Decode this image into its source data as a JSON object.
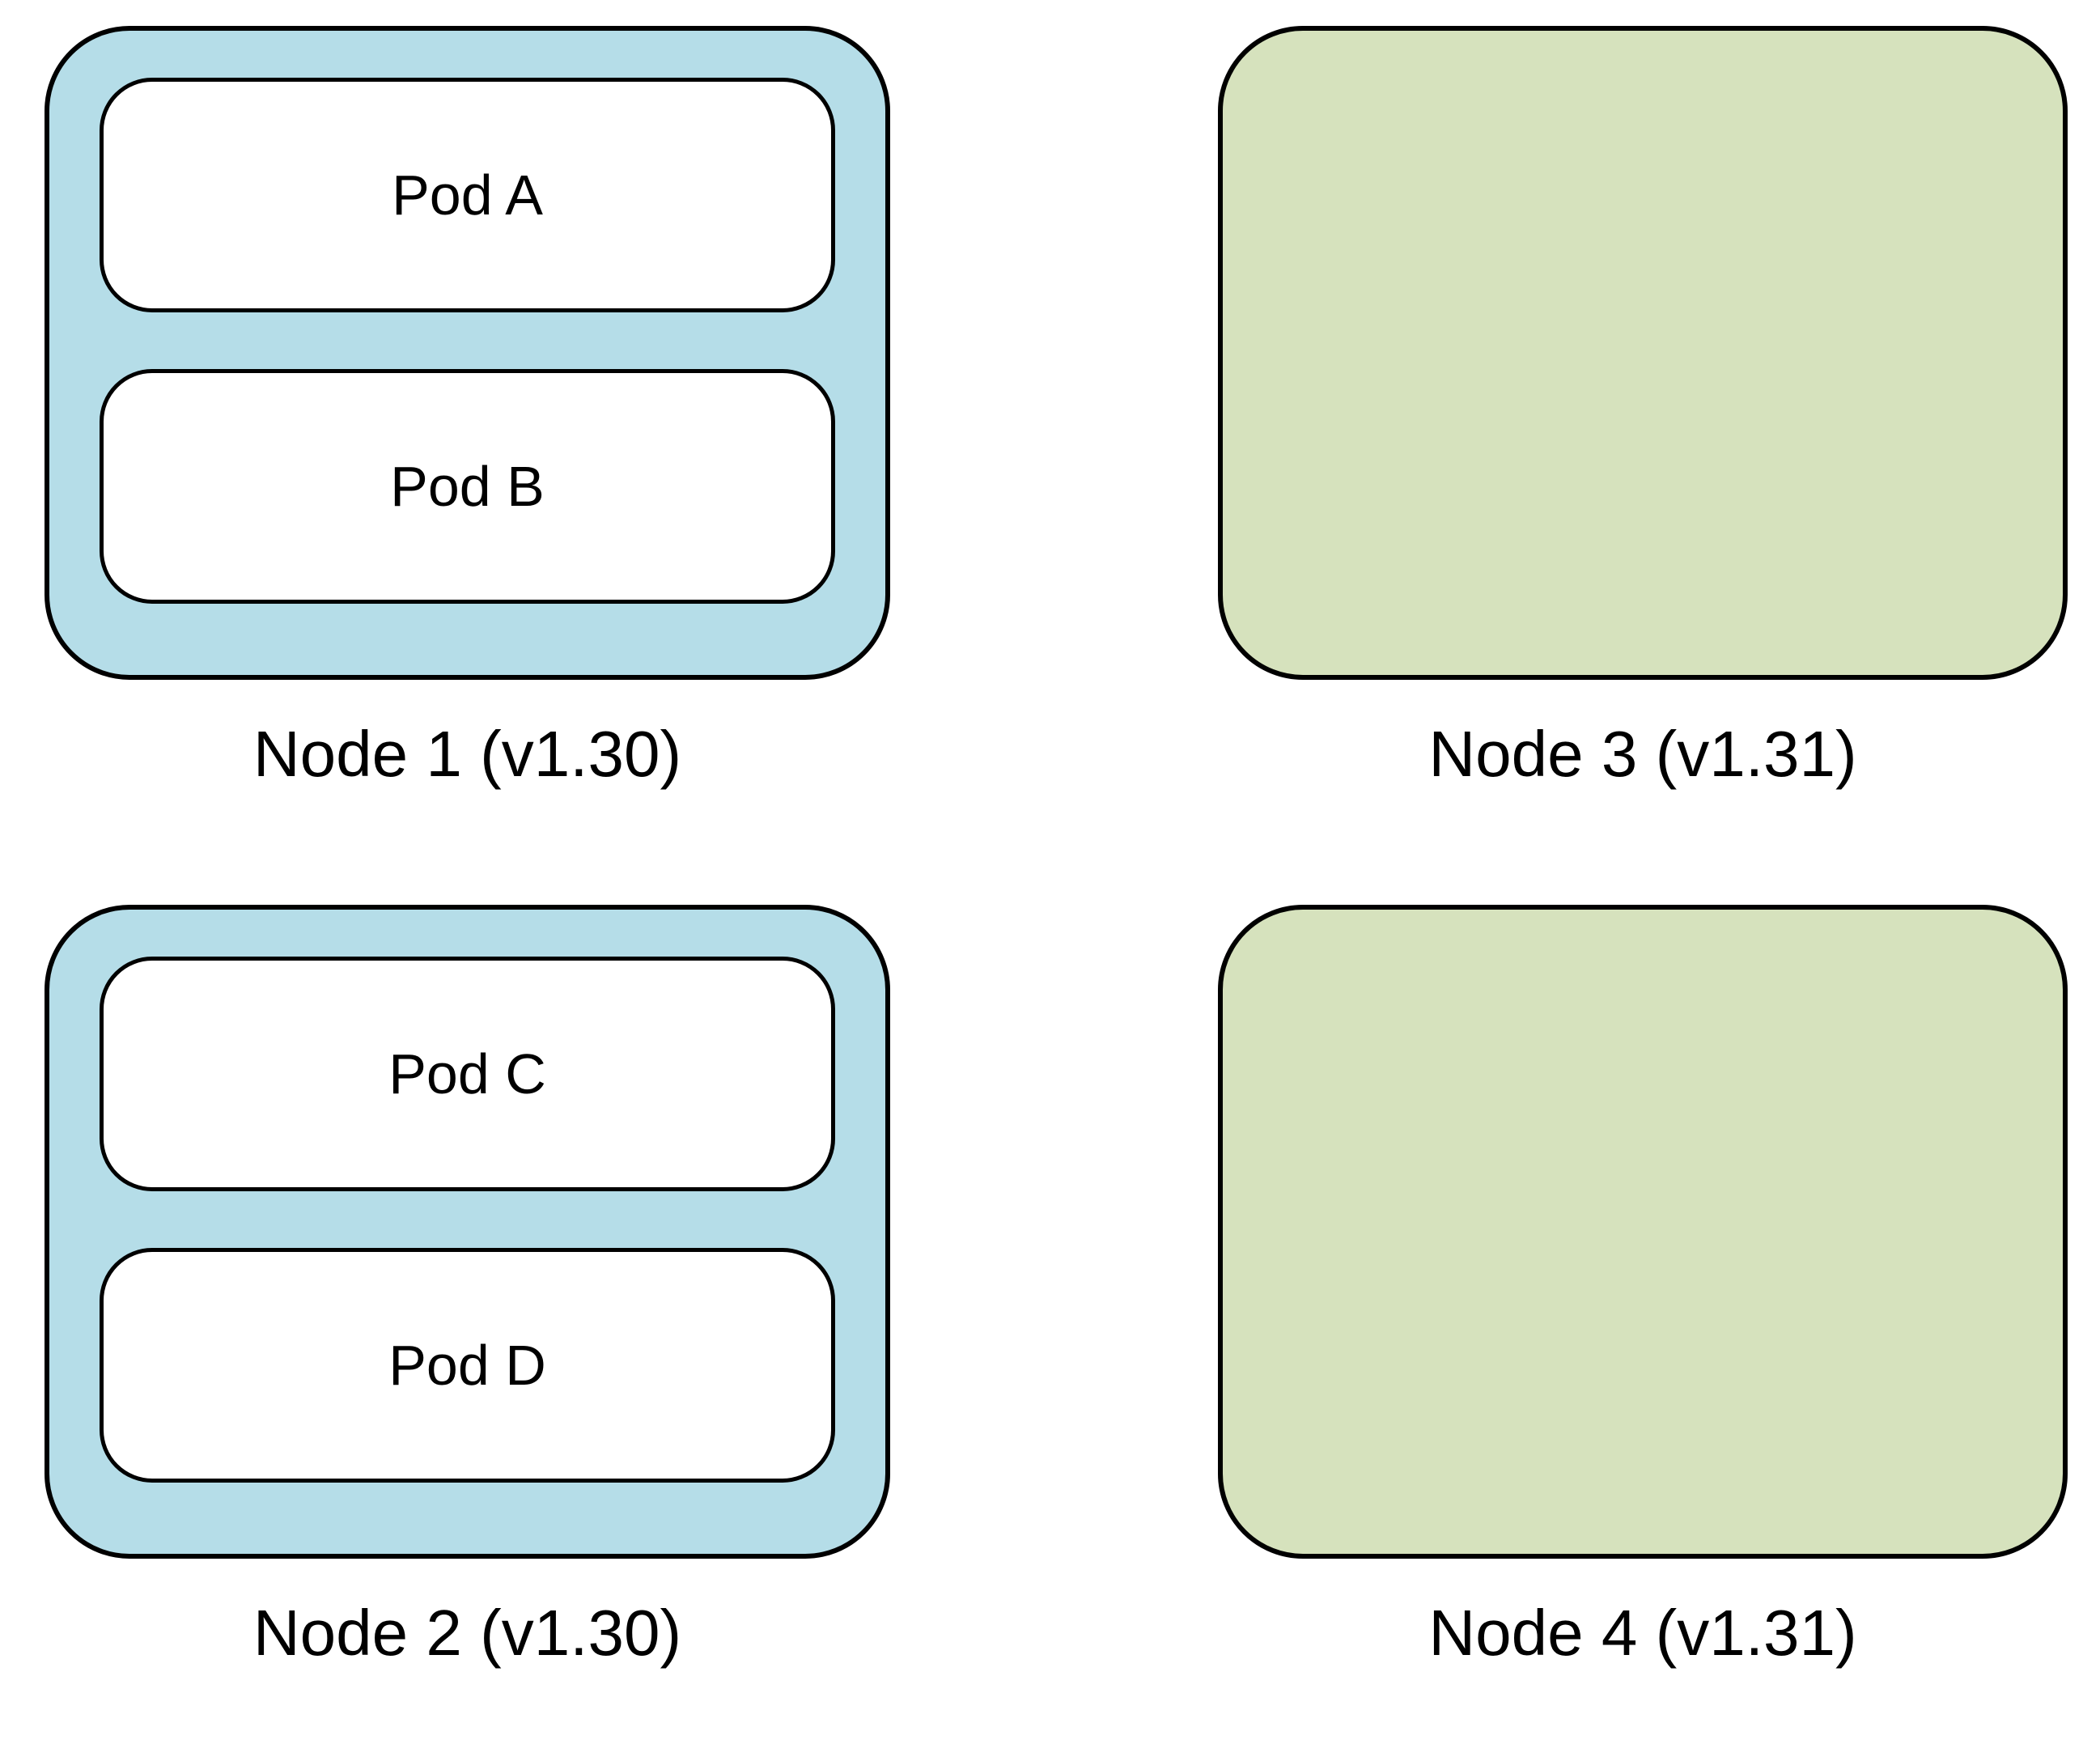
{
  "diagram": {
    "background_color": "#ffffff",
    "colors": {
      "node_v130_fill": "#b5dde8",
      "node_v131_fill": "#d6e2bd",
      "pod_fill": "#ffffff",
      "outline": "#000000",
      "text": "#000000"
    },
    "nodes": [
      {
        "label": "Node 1 (v1.30)",
        "variant": "blue",
        "pods": [
          {
            "label": "Pod A"
          },
          {
            "label": "Pod B"
          }
        ]
      },
      {
        "label": "Node 3 (v1.31)",
        "variant": "green",
        "pods": []
      },
      {
        "label": "Node 2 (v1.30)",
        "variant": "blue",
        "pods": [
          {
            "label": "Pod C"
          },
          {
            "label": "Pod D"
          }
        ]
      },
      {
        "label": "Node 4 (v1.31)",
        "variant": "green",
        "pods": []
      }
    ]
  }
}
